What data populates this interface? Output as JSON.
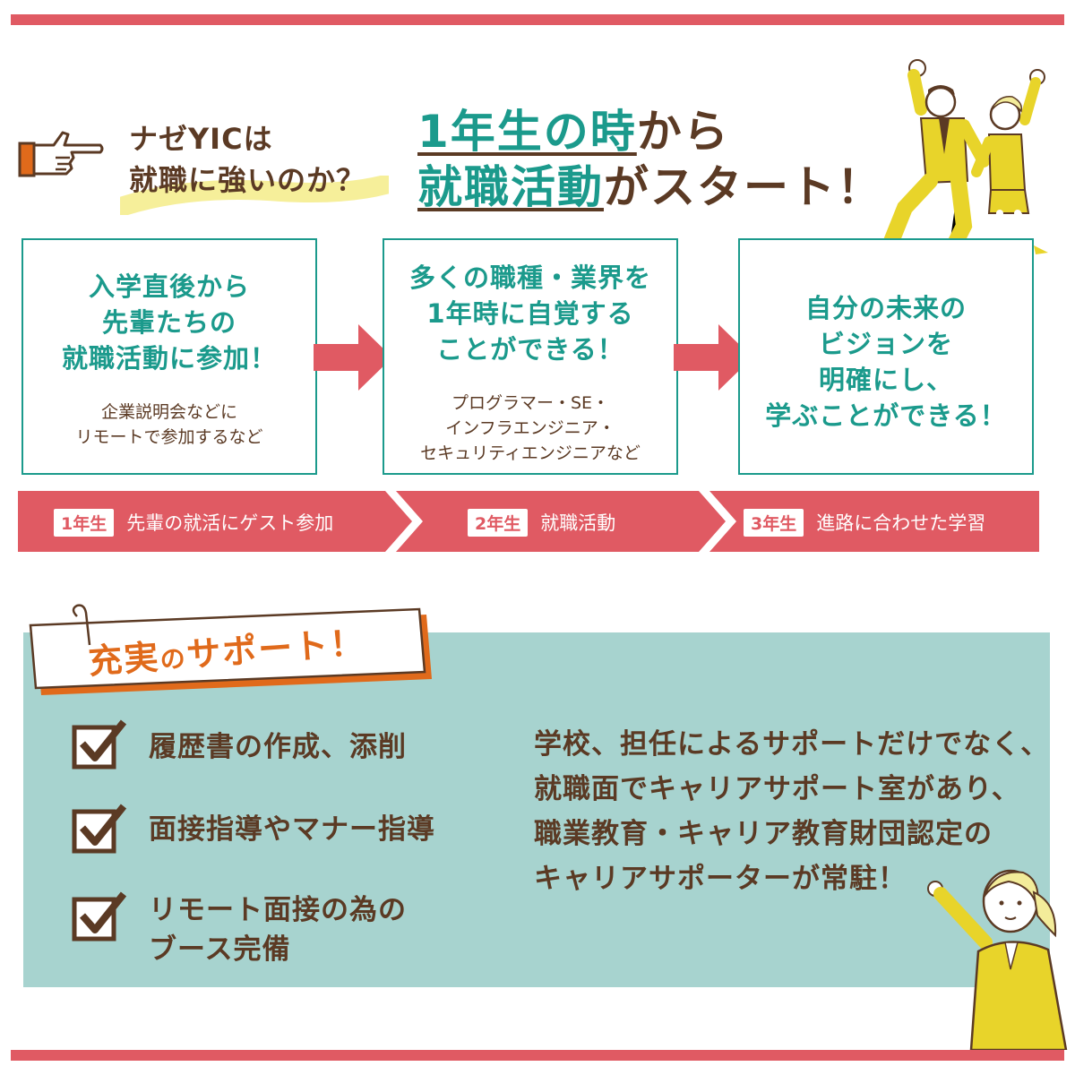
{
  "header": {
    "why_line1": "ナゼYICは",
    "why_line2": "就職に強いのか？",
    "headline_l1_accent": "1年生の時",
    "headline_l1_rest": "から",
    "headline_l2_accent": "就職活動",
    "headline_l2_rest": "がスタート！"
  },
  "boxes": [
    {
      "main": [
        "入学直後から",
        "先輩たちの",
        "就職活動に参加！"
      ],
      "sub": [
        "企業説明会などに",
        "リモートで参加するなど"
      ]
    },
    {
      "main": [
        "多くの職種・業界を",
        "1年時に自覚する",
        "ことができる！"
      ],
      "sub": [
        "プログラマー・SE・",
        "インフラエンジニア・",
        "セキュリティエンジニアなど"
      ]
    },
    {
      "main": [
        "自分の未来の",
        "ビジョンを",
        "明確にし、",
        "学ぶことができる！"
      ]
    }
  ],
  "timeline": [
    {
      "badge": "1年生",
      "label": "先輩の就活にゲスト参加"
    },
    {
      "badge": "2年生",
      "label": "就職活動"
    },
    {
      "badge": "3年生",
      "label": "進路に合わせた学習"
    }
  ],
  "support": {
    "title_a": "充実",
    "title_b": "の",
    "title_c": "サポート！",
    "items": [
      {
        "lines": [
          "履歴書の作成、添削"
        ]
      },
      {
        "lines": [
          "面接指導やマナー指導"
        ]
      },
      {
        "lines": [
          "リモート面接の為の",
          "ブース完備"
        ]
      }
    ],
    "text": [
      "学校、担任によるサポートだけでなく、",
      "就職面でキャリアサポート室があり、",
      "職業教育・キャリア教育財団認定の",
      "キャリアサポーターが常駐！"
    ]
  },
  "colors": {
    "accent_red": "#e05a63",
    "teal": "#1b9a8c",
    "brown": "#5b3a24",
    "orange": "#e06a1b",
    "support_bg": "#a7d3cf"
  },
  "icons": [
    "pointing-hand-icon",
    "arrow-right-icon",
    "checkbox-icon",
    "cheering-people-illustration",
    "pointing-woman-illustration"
  ]
}
